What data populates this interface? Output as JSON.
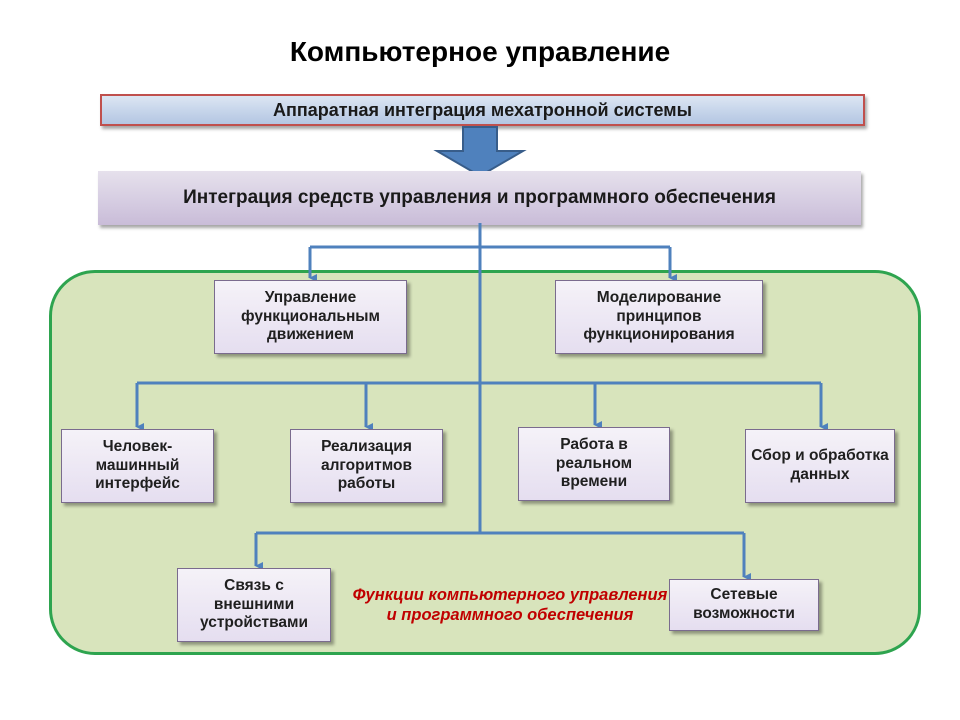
{
  "title": "Компьютерное управление",
  "hardware_integration": "Аппаратная интеграция мехатронной системы",
  "software_integration": "Интеграция средств управления и программного обеспечения",
  "functions_caption": "Функции компьютерного управления и программного обеспечения",
  "boxes": {
    "motion_control": "Управление функциональным движением",
    "modeling": "Моделирование принципов функционирования",
    "hmi": "Человек-машинный интерфейс",
    "algorithms": "Реализация алгоритмов работы",
    "realtime": "Работа в реальном времени",
    "data_processing": "Сбор и обработка данных",
    "external_devices": "Связь с внешними устройствами",
    "network": "Сетевые возможности"
  },
  "colors": {
    "connector": "#4f81bd",
    "arrow_fill": "#4f81bd",
    "panel_border": "#2ea44f",
    "panel_fill": "#d8e4bc",
    "caption": "#c00000"
  }
}
